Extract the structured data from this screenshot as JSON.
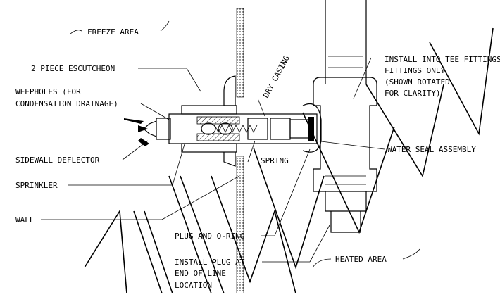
{
  "labels": {
    "freeze_area": "FREEZE AREA",
    "escutcheon": "2 PIECE ESCUTCHEON",
    "dry_casing": "DRY CASING",
    "weepholes_1": "WEEPHOLES (FOR",
    "weepholes_2": "CONDENSATION DRAINAGE)",
    "install_tee_1": "INSTALL INTO TEE FITTINGS ONLY",
    "install_tee_2": "FITTINGS ONLY",
    "install_tee_3": "(SHOWN ROTATED",
    "install_tee_4": "FOR CLARITY)",
    "water_seal": "WATER SEAL ASSEMBLY",
    "sidewall_deflector": "SIDEWALL DEFLECTOR",
    "spring": "SPRING",
    "sprinkler": "SPRINKLER",
    "wall": "WALL",
    "plug_oring": "PLUG AND O-RING",
    "install_plug_1": "INSTALL PLUG AT",
    "install_plug_2": "END OF LINE",
    "install_plug_3": "LOCATION",
    "heated_area": "HEATED AREA"
  }
}
